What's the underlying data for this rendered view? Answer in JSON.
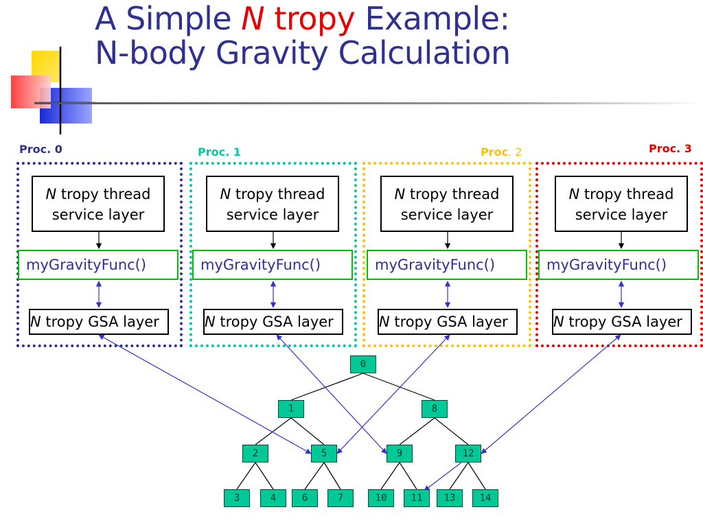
{
  "title": {
    "prefix": "A Simple ",
    "n": "N",
    "tropy": " tropy",
    "suffix": " Example:",
    "line2": "N-body Gravity Calculation"
  },
  "colors": {
    "title": "#2e3192",
    "accent_red": "#e60000",
    "proc0": "#2e3192",
    "proc1": "#00c8a0",
    "proc2": "#ffc000",
    "proc3": "#e60000",
    "func_border": "#00c000",
    "node_fill": "#00c896",
    "link": "#3333cc"
  },
  "processors": [
    {
      "label": "Proc. 0",
      "service": {
        "n": "N",
        "rest": " tropy thread",
        "line2": "service layer"
      },
      "func": "myGravityFunc()",
      "gsa": {
        "n": "N",
        "rest": " tropy GSA layer"
      }
    },
    {
      "label": "Proc. 1",
      "service": {
        "n": "N",
        "rest": " tropy thread",
        "line2": "service layer"
      },
      "func": "myGravityFunc()",
      "gsa": {
        "n": "N",
        "rest": " tropy GSA layer"
      }
    },
    {
      "label_bold": "Proc",
      "label_plain": ". 2",
      "service": {
        "n": "N",
        "rest": " tropy thread",
        "line2": "service layer"
      },
      "func": "myGravityFunc()",
      "gsa": {
        "n": "N",
        "rest": " tropy GSA layer"
      }
    },
    {
      "label": "Proc. 3",
      "service": {
        "n": "N",
        "rest": " tropy thread",
        "line2": "service layer"
      },
      "func": "myGravityFunc()",
      "gsa": {
        "n": "N",
        "rest": " tropy GSA layer"
      }
    }
  ],
  "tree": {
    "nodes": [
      "0",
      "1",
      "8",
      "2",
      "5",
      "9",
      "12",
      "3",
      "4",
      "6",
      "7",
      "10",
      "11",
      "13",
      "14"
    ],
    "edges": [
      [
        "0",
        "1"
      ],
      [
        "0",
        "8"
      ],
      [
        "1",
        "2"
      ],
      [
        "1",
        "5"
      ],
      [
        "8",
        "9"
      ],
      [
        "8",
        "12"
      ],
      [
        "2",
        "3"
      ],
      [
        "2",
        "4"
      ],
      [
        "5",
        "6"
      ],
      [
        "5",
        "7"
      ],
      [
        "9",
        "10"
      ],
      [
        "9",
        "11"
      ],
      [
        "12",
        "13"
      ],
      [
        "12",
        "14"
      ]
    ],
    "remote_links": [
      [
        "proc0",
        "5"
      ],
      [
        "proc1",
        "9"
      ],
      [
        "proc2",
        "5"
      ],
      [
        "proc3",
        "12"
      ],
      [
        "12",
        "11"
      ]
    ]
  }
}
